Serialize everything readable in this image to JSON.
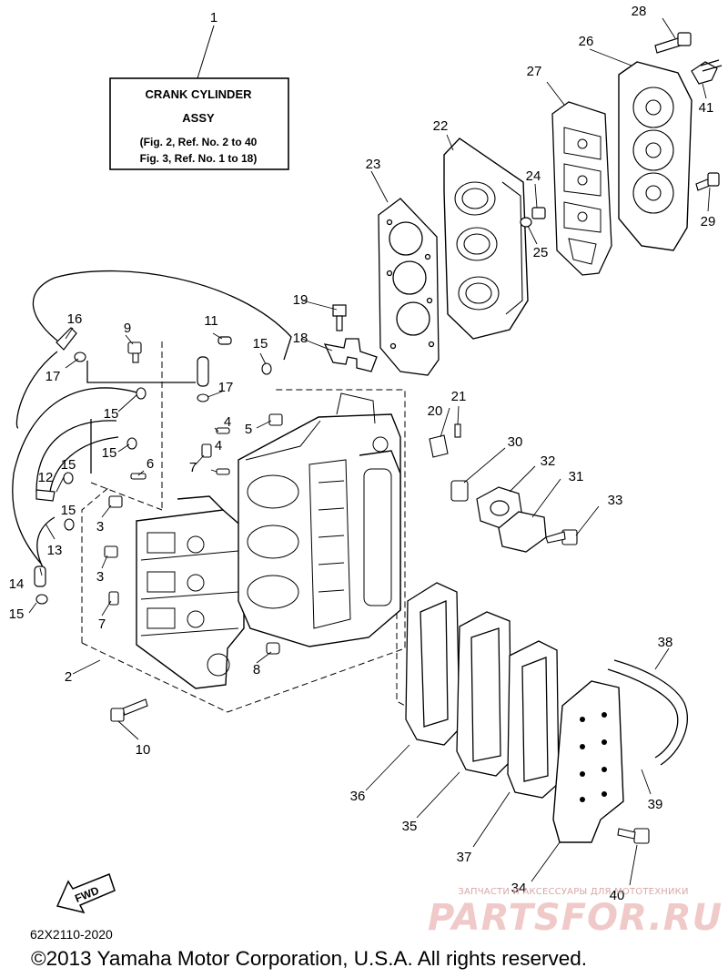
{
  "info_box": {
    "title_line1": "CRANK CYLINDER",
    "title_line2": "ASSY",
    "ref_line1": "(Fig. 2, Ref. No. 2 to 40",
    "ref_line2": "Fig. 3, Ref. No. 1 to 18)"
  },
  "callouts": {
    "c1": "1",
    "c2": "2",
    "c3a": "3",
    "c3b": "3",
    "c4a": "4",
    "c4b": "4",
    "c5": "5",
    "c6": "6",
    "c7a": "7",
    "c7b": "7",
    "c8": "8",
    "c9": "9",
    "c10": "10",
    "c11": "11",
    "c12": "12",
    "c13": "13",
    "c14": "14",
    "c15a": "15",
    "c15b": "15",
    "c15c": "15",
    "c15d": "15",
    "c15e": "15",
    "c15f": "15",
    "c16": "16",
    "c17a": "17",
    "c17b": "17",
    "c18": "18",
    "c19": "19",
    "c20": "20",
    "c21": "21",
    "c22": "22",
    "c23": "23",
    "c24": "24",
    "c25": "25",
    "c26": "26",
    "c27": "27",
    "c28": "28",
    "c29": "29",
    "c30": "30",
    "c31": "31",
    "c32": "32",
    "c33": "33",
    "c34": "34",
    "c35": "35",
    "c36": "36",
    "c37": "37",
    "c38": "38",
    "c39": "39",
    "c40": "40",
    "c41": "41"
  },
  "fwd_label": "FWD",
  "drawing_code": "62X2110-2020",
  "copyright": "©2013 Yamaha Motor Corporation, U.S.A. All rights reserved.",
  "watermark": {
    "small": "ЗАПЧАСТИ И АКСЕССУАРЫ ДЛЯ МОТОТЕХНИКИ",
    "big": "PARTSFOR.RU"
  }
}
